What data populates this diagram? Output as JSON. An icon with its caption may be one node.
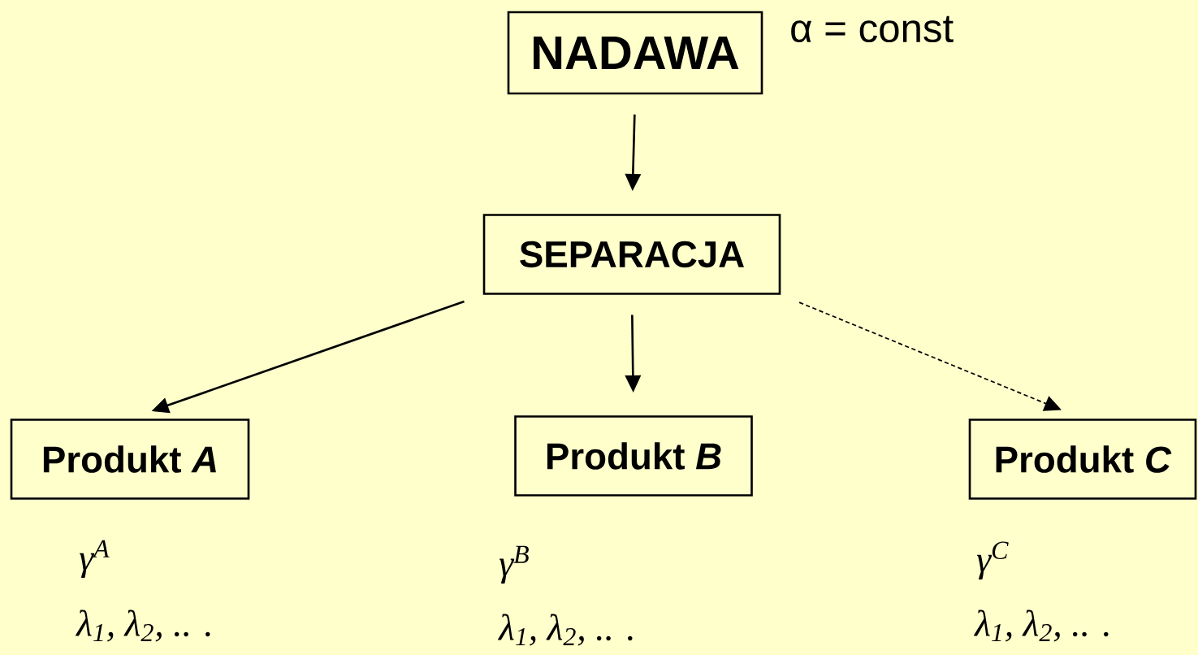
{
  "diagram": {
    "nodes": [
      {
        "text": [
          "NADAWA"
        ],
        "beside": [
          "α = const"
        ]
      },
      {
        "text": [
          "SEPARACJA"
        ]
      },
      {
        "text": [
          "Produkt *A*"
        ],
        "beside": [
          "γ$^{A}$",
          "λ$_{1}$, λ$_{2}$, .. ."
        ]
      },
      {
        "text": [
          "Produkt *B*"
        ],
        "beside": [
          "γ$^{B}$",
          "λ$_{1}$, λ$_{2}$, .. ."
        ]
      },
      {
        "text": [
          "Produkt *C*"
        ],
        "beside": [
          "γ$^{C}$",
          "λ$_{1}$, λ$_{2}$, .. ."
        ]
      }
    ],
    "edges": [
      {
        "from": 0,
        "to": 1,
        "arrow": "to"
      },
      {
        "from": 1,
        "to": 2,
        "arrow": "to"
      },
      {
        "from": 1,
        "to": 3,
        "arrow": "to"
      },
      {
        "from": 1,
        "to": 4,
        "arrow": "to",
        "style": "dashed"
      }
    ]
  }
}
